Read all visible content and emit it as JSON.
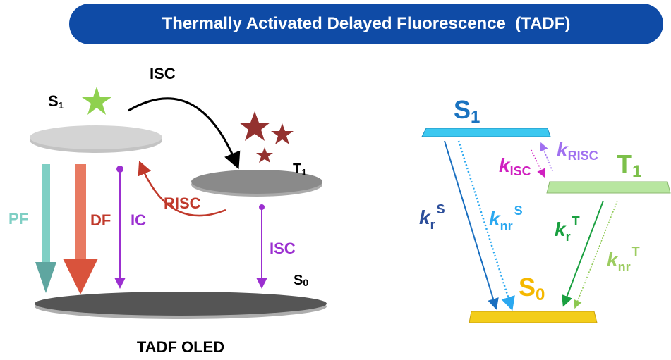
{
  "title": "Thermally Activated Delayed Fluorescence  (TADF)",
  "left_diagram": {
    "caption": "TADF OLED",
    "s1": "S",
    "s1_sub": "1",
    "t1": "T",
    "t1_sub": "1",
    "s0": "S",
    "s0_sub": "0",
    "isc_top": "ISC",
    "risc": "RISC",
    "pf": "PF",
    "df": "DF",
    "ic": "IC",
    "isc_bottom": "ISC"
  },
  "right_diagram": {
    "s1": "S",
    "s1_sub": "1",
    "t1": "T",
    "t1_sub": "1",
    "s0": "S",
    "s0_sub": "0",
    "k": "k",
    "k_isc_sub": "ISC",
    "k_risc_sub": "RISC",
    "kr_s_sub": "r",
    "kr_s_sup": "S",
    "knr_s_sub": "nr",
    "knr_s_sup": "S",
    "kr_t_sub": "r",
    "kr_t_sup": "T",
    "knr_t_sub": "nr",
    "knr_t_sup": "T"
  },
  "colors": {
    "title_bg": "#0f4ba6",
    "s1_right": "#3cc8f0",
    "t1_right": "#b8e6a0",
    "s0_right": "#f3cd1a"
  }
}
